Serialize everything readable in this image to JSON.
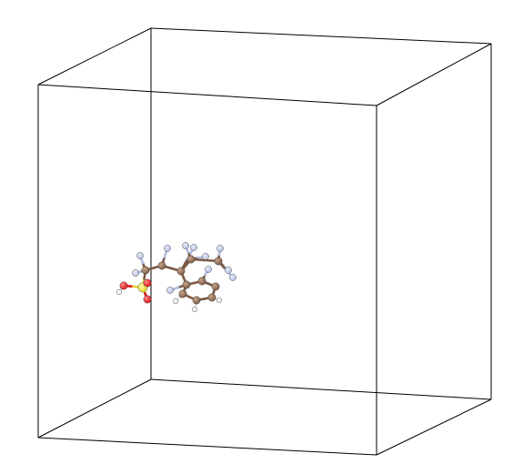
{
  "viewer": {
    "background": "#ffffff",
    "cell_edge_color": "#000000"
  },
  "elements": {
    "C": {
      "color": "#7a5a44",
      "highlight": "#c9a58c"
    },
    "F": {
      "color": "#b4bedf",
      "highlight": "#e8edfb"
    },
    "S": {
      "color": "#e3d630",
      "highlight": "#fff6a0"
    },
    "O": {
      "color": "#e01010",
      "highlight": "#ff8a8a"
    },
    "H": {
      "color": "#e8e8e8",
      "highlight": "#ffffff"
    }
  },
  "atoms": [
    {
      "el": "O",
      "name": "atom-o-hydroxyl"
    },
    {
      "el": "H",
      "name": "atom-h-hydroxyl"
    },
    {
      "el": "S",
      "name": "atom-s-sulfonyl"
    },
    {
      "el": "O",
      "name": "atom-o-sulfonyl-top"
    },
    {
      "el": "O",
      "name": "atom-o-sulfonyl-bottom"
    },
    {
      "el": "C",
      "name": "atom-c-1"
    },
    {
      "el": "F",
      "name": "atom-f-1a"
    },
    {
      "el": "F",
      "name": "atom-f-1b"
    },
    {
      "el": "C",
      "name": "atom-c-2"
    },
    {
      "el": "F",
      "name": "atom-f-2a"
    },
    {
      "el": "C",
      "name": "atom-c-3"
    },
    {
      "el": "F",
      "name": "atom-f-3a"
    },
    {
      "el": "C",
      "name": "atom-c-4"
    },
    {
      "el": "F",
      "name": "atom-f-4a"
    },
    {
      "el": "F",
      "name": "atom-f-4b"
    },
    {
      "el": "C",
      "name": "atom-c-5"
    },
    {
      "el": "F",
      "name": "atom-f-5a"
    },
    {
      "el": "F",
      "name": "atom-f-5b"
    },
    {
      "el": "F",
      "name": "atom-f-5c"
    },
    {
      "el": "C",
      "name": "atom-c-ring-1"
    },
    {
      "el": "C",
      "name": "atom-c-ring-2"
    },
    {
      "el": "C",
      "name": "atom-c-ring-3"
    },
    {
      "el": "C",
      "name": "atom-c-ring-4"
    },
    {
      "el": "C",
      "name": "atom-c-ring-5"
    },
    {
      "el": "C",
      "name": "atom-c-ring-6"
    },
    {
      "el": "F",
      "name": "atom-f-ring-a"
    },
    {
      "el": "F",
      "name": "atom-f-ring-b"
    },
    {
      "el": "H",
      "name": "atom-h-ring-1"
    },
    {
      "el": "H",
      "name": "atom-h-ring-2"
    },
    {
      "el": "H",
      "name": "atom-h-ring-3"
    }
  ],
  "bonds": [
    [
      0,
      1
    ],
    [
      0,
      2
    ],
    [
      2,
      3
    ],
    [
      2,
      4
    ],
    [
      2,
      5
    ],
    [
      5,
      6
    ],
    [
      5,
      7
    ],
    [
      5,
      8
    ],
    [
      8,
      9
    ],
    [
      8,
      10
    ],
    [
      10,
      11
    ],
    [
      10,
      12
    ],
    [
      12,
      13
    ],
    [
      12,
      14
    ],
    [
      12,
      15
    ],
    [
      15,
      16
    ],
    [
      15,
      17
    ],
    [
      15,
      18
    ],
    [
      10,
      19
    ],
    [
      19,
      20
    ],
    [
      20,
      21
    ],
    [
      21,
      22
    ],
    [
      22,
      23
    ],
    [
      23,
      24
    ],
    [
      24,
      19
    ],
    [
      20,
      25
    ],
    [
      19,
      26
    ],
    [
      22,
      27
    ],
    [
      23,
      28
    ],
    [
      24,
      29
    ]
  ]
}
